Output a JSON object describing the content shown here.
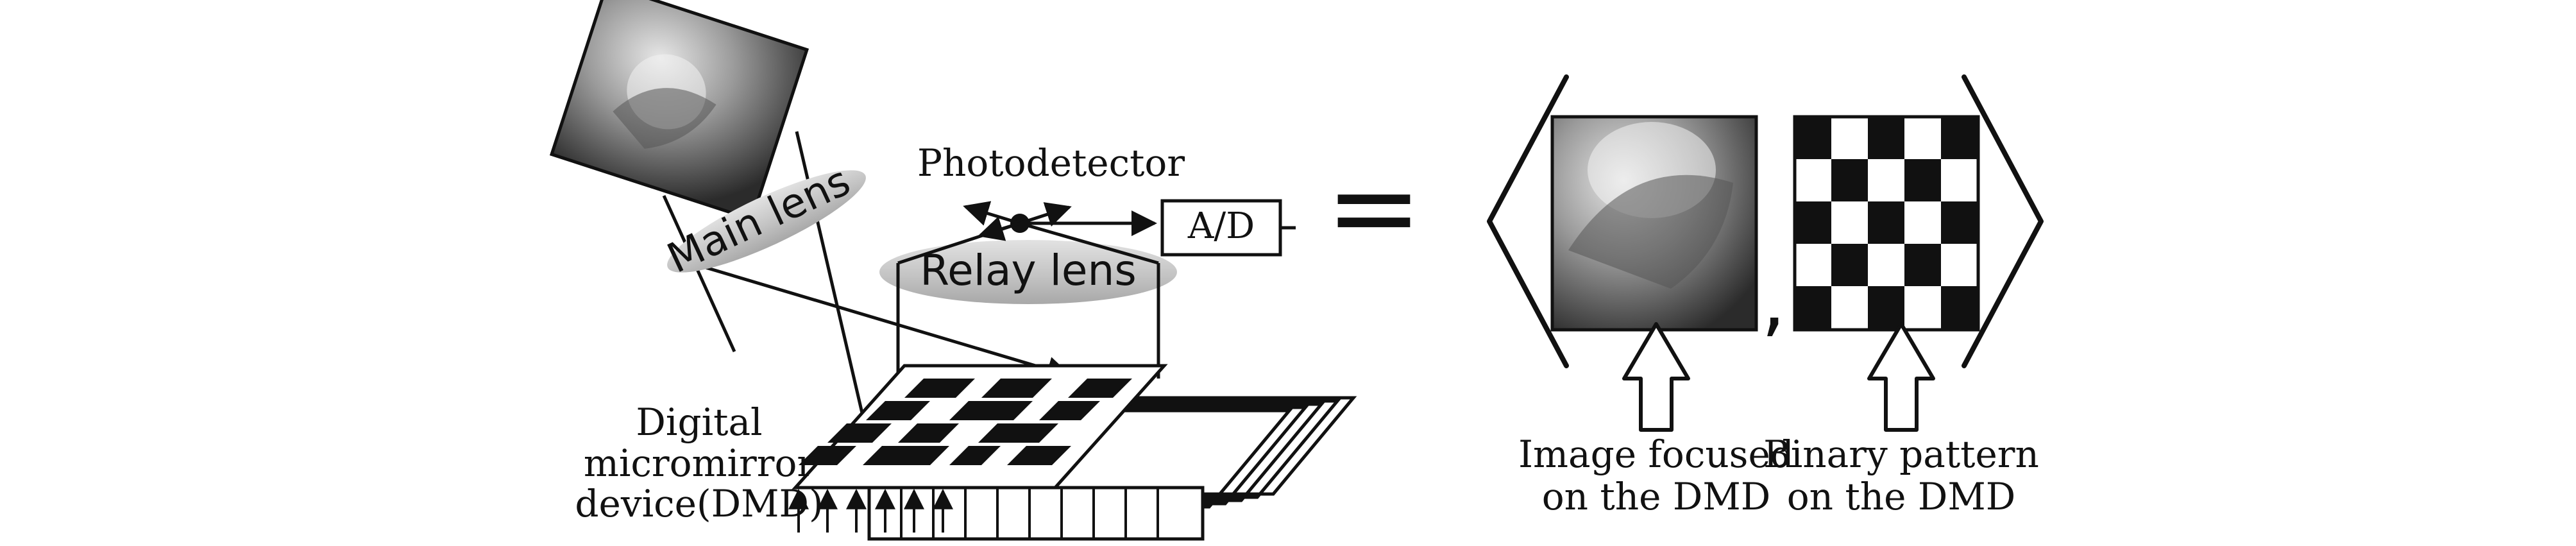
{
  "diagram": {
    "labels": {
      "main_lens": "Main lens",
      "relay_lens": "Relay lens",
      "photodetector": "Photodetector",
      "adc": "A/D",
      "dmd": [
        "Digital",
        "micromirror",
        "device(DMD)"
      ],
      "equals": "=",
      "comma": ",",
      "image_caption": [
        "Image focused",
        "on the DMD"
      ],
      "pattern_caption": [
        "Binary pattern",
        "on the DMD"
      ]
    },
    "colors": {
      "ink": "#111111",
      "lens_gray": "#c8c8c8",
      "white": "#ffffff"
    }
  }
}
